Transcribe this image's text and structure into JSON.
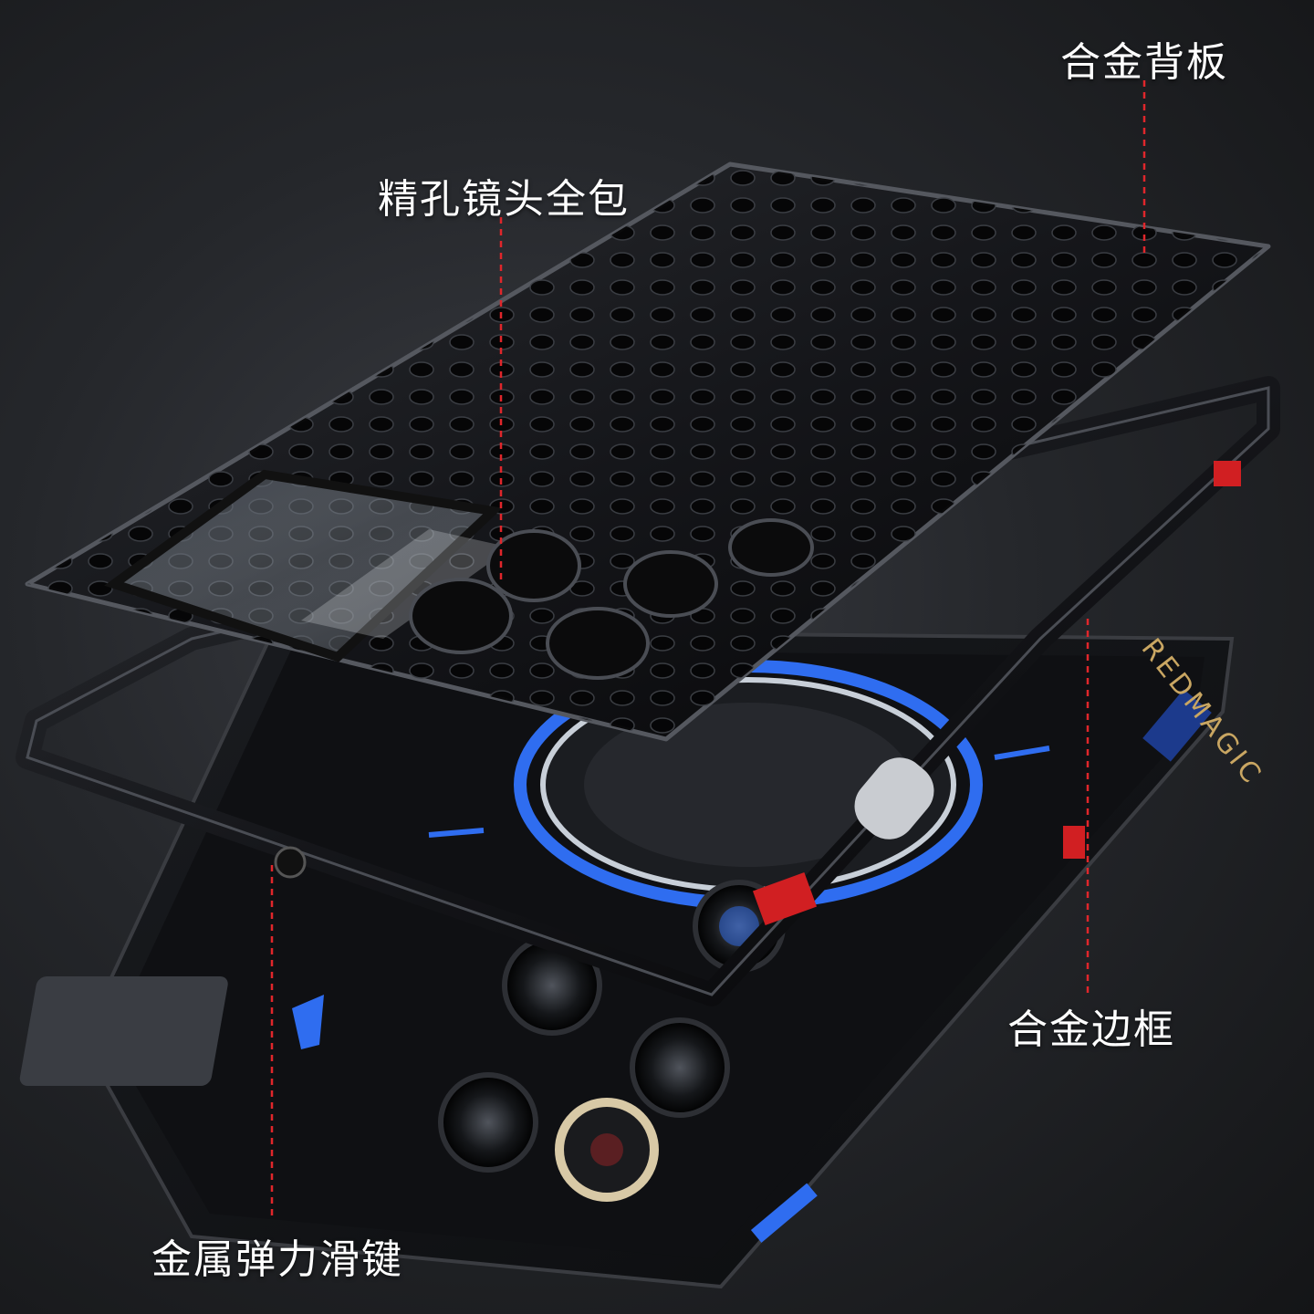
{
  "callouts": {
    "alloy_backplate": "合金背板",
    "lens_full_cover": "精孔镜头全包",
    "alloy_frame": "合金边框",
    "metal_slider_key": "金属弹力滑键"
  },
  "phone_brand_text": "REDMAGIC",
  "colors": {
    "leader_line": "#e0262b",
    "accent_blue": "#2f6df0",
    "button_red": "#d11f22",
    "metal_dark": "#16171a"
  },
  "icons": [
    "perforated-backplate",
    "camera-lens-cutout",
    "magnetic-ring",
    "red-button-insert"
  ]
}
